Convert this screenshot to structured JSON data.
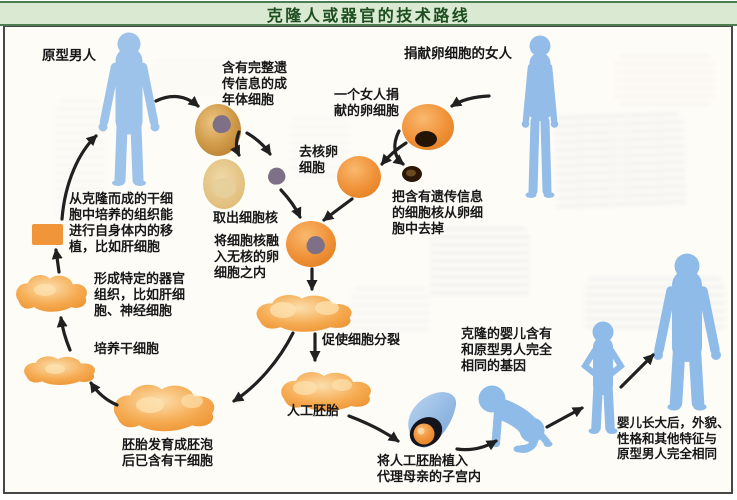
{
  "title": "克隆人或器官的技术路线",
  "labels": {
    "original_man": "原型男人",
    "somatic_cell": "含有完整遗\n传信息的成\n年体细胞",
    "egg_donor_woman": "捐献卵细胞的女人",
    "donated_egg": "一个女人捐\n献的卵细胞",
    "enucleated_egg": "去核卵\n细胞",
    "extract_nucleus": "取出细胞核",
    "remove_egg_nucleus": "把含有遗传信息\n的细胞核从卵细\n胞中去掉",
    "fuse_nucleus": "将细胞核融\n入无核的卵\n细胞之内",
    "self_transplant": "从克隆而成的干细\n胞中培养的组织能\n进行自身体内的移\n植，比如肝细胞",
    "form_organ_tissue": "形成特定的器官\n组织，比如肝细\n胞、神经细胞",
    "culture_stem_cells": "培养干细胞",
    "blastocyst": "胚胎发育成胚泡\n后已含有干细胞",
    "promote_division": "促使细胞分裂",
    "artificial_embryo": "人工胚胎",
    "implant_embryo": "将人工胚胎植入\n代理母亲的子宫内",
    "cloned_baby_genes": "克隆的婴儿含有\n和原型男人完全\n相同的基因",
    "grown_up": "婴儿长大后，外貌、\n性格和其他特征与\n原型男人完全相同"
  },
  "figures": {
    "original_man": "original-man-silhouette",
    "egg_donor_woman": "egg-donor-woman-silhouette",
    "cloned_baby": "crawling-baby-silhouette",
    "cloned_child": "standing-child-silhouette",
    "cloned_adult": "grown-clone-man-silhouette",
    "uterus": "surrogate-uterus-with-embryo"
  },
  "colors": {
    "title_bg": "#d9e9d2",
    "title_text": "#1e4e20",
    "title_rule": "#4c7d50",
    "figure_blue": "#9dc3ea",
    "cell_orange": "#f0953a",
    "cell_tan": "#cf9a48",
    "arrow": "#202020",
    "canvas": "#fdfcf7"
  }
}
